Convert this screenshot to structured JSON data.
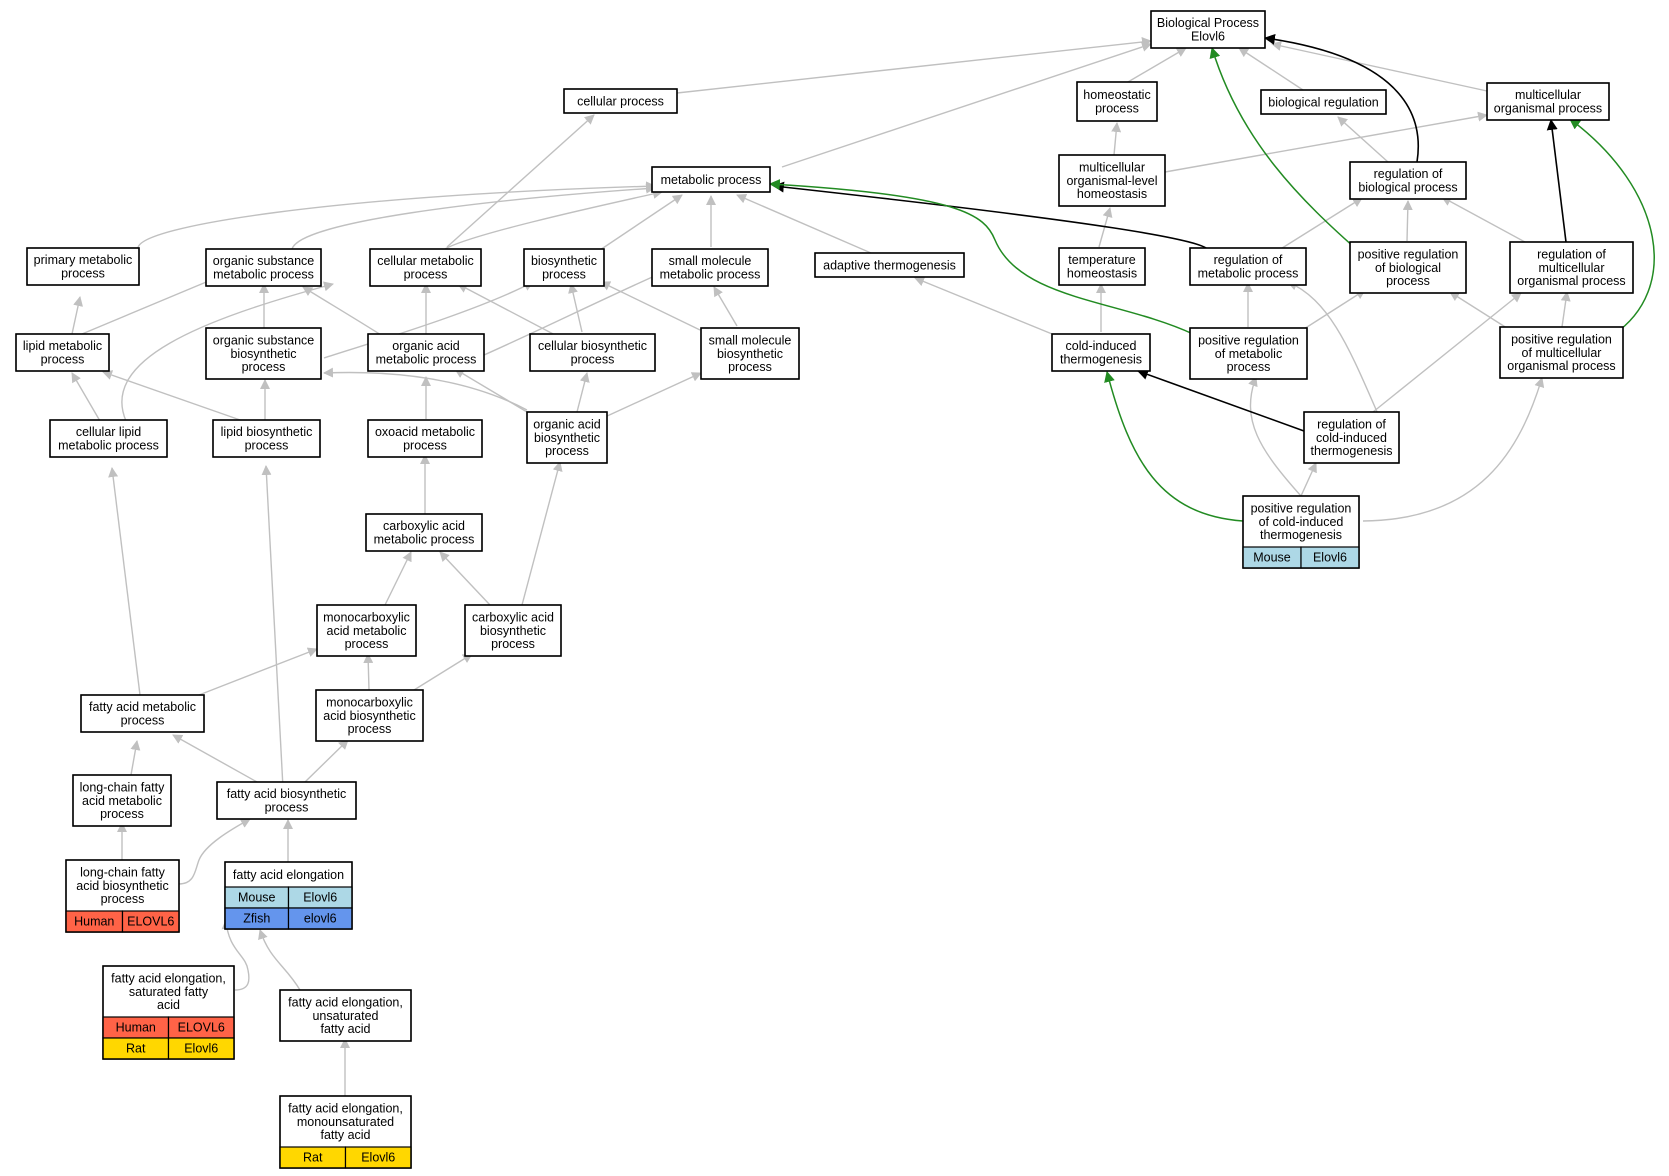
{
  "nodes": {
    "root": [
      "Biological Process",
      "Elovl6"
    ],
    "cellular_process": [
      "cellular process"
    ],
    "homeostatic_process": [
      "homeostatic",
      "process"
    ],
    "biological_regulation": [
      "biological regulation"
    ],
    "multicellular_organismal_process": [
      "multicellular",
      "organismal process"
    ],
    "metabolic_process": [
      "metabolic process"
    ],
    "multicellular_homeostasis": [
      "multicellular",
      "organismal-level",
      "homeostasis"
    ],
    "regulation_biological_process": [
      "regulation of",
      "biological process"
    ],
    "primary_metabolic_process": [
      "primary metabolic",
      "process"
    ],
    "organic_substance_metabolic_process": [
      "organic substance",
      "metabolic process"
    ],
    "cellular_metabolic_process": [
      "cellular metabolic",
      "process"
    ],
    "biosynthetic_process": [
      "biosynthetic",
      "process"
    ],
    "small_molecule_metabolic_process": [
      "small molecule",
      "metabolic process"
    ],
    "adaptive_thermogenesis": [
      "adaptive thermogenesis"
    ],
    "temperature_homeostasis": [
      "temperature",
      "homeostasis"
    ],
    "regulation_metabolic_process": [
      "regulation of",
      "metabolic process"
    ],
    "positive_regulation_biological_process": [
      "positive regulation",
      "of biological",
      "process"
    ],
    "regulation_multicellular_organismal_process": [
      "regulation of",
      "multicellular",
      "organismal process"
    ],
    "lipid_metabolic_process": [
      "lipid metabolic",
      "process"
    ],
    "organic_substance_biosynthetic_process": [
      "organic substance",
      "biosynthetic",
      "process"
    ],
    "organic_acid_metabolic_process": [
      "organic acid",
      "metabolic process"
    ],
    "cellular_biosynthetic_process": [
      "cellular biosynthetic",
      "process"
    ],
    "small_molecule_biosynthetic_process": [
      "small molecule",
      "biosynthetic",
      "process"
    ],
    "cold_induced_thermogenesis": [
      "cold-induced",
      "thermogenesis"
    ],
    "positive_regulation_metabolic_process": [
      "positive regulation",
      "of metabolic",
      "process"
    ],
    "positive_regulation_multicellular_organismal_process": [
      "positive regulation",
      "of multicellular",
      "organismal process"
    ],
    "cellular_lipid_metabolic_process": [
      "cellular lipid",
      "metabolic process"
    ],
    "lipid_biosynthetic_process": [
      "lipid biosynthetic",
      "process"
    ],
    "oxoacid_metabolic_process": [
      "oxoacid metabolic",
      "process"
    ],
    "organic_acid_biosynthetic_process": [
      "organic acid",
      "biosynthetic",
      "process"
    ],
    "regulation_cold_induced_thermogenesis": [
      "regulation of",
      "cold-induced",
      "thermogenesis"
    ],
    "carboxylic_acid_metabolic_process": [
      "carboxylic acid",
      "metabolic process"
    ],
    "positive_regulation_cold_induced_thermogenesis": [
      "positive regulation",
      "of cold-induced",
      "thermogenesis"
    ],
    "monocarboxylic_acid_metabolic_process": [
      "monocarboxylic",
      "acid metabolic",
      "process"
    ],
    "carboxylic_acid_biosynthetic_process": [
      "carboxylic acid",
      "biosynthetic",
      "process"
    ],
    "fatty_acid_metabolic_process": [
      "fatty acid metabolic",
      "process"
    ],
    "monocarboxylic_acid_biosynthetic_process": [
      "monocarboxylic",
      "acid biosynthetic",
      "process"
    ],
    "long_chain_fatty_acid_metabolic_process": [
      "long-chain fatty",
      "acid metabolic",
      "process"
    ],
    "fatty_acid_biosynthetic_process": [
      "fatty acid biosynthetic",
      "process"
    ],
    "long_chain_fatty_acid_biosynthetic_process": [
      "long-chain fatty",
      "acid biosynthetic",
      "process"
    ],
    "fatty_acid_elongation": [
      "fatty acid elongation"
    ],
    "fatty_acid_elongation_saturated": [
      "fatty acid elongation,",
      "saturated fatty",
      "acid"
    ],
    "fatty_acid_elongation_unsaturated": [
      "fatty acid elongation,",
      "unsaturated",
      "fatty acid"
    ],
    "fatty_acid_elongation_monounsaturated": [
      "fatty acid elongation,",
      "monounsaturated",
      "fatty acid"
    ]
  },
  "annotations": {
    "positive_regulation_cold_induced_thermogenesis": [
      [
        "Mouse",
        "Elovl6"
      ]
    ],
    "fatty_acid_elongation": [
      [
        "Mouse",
        "Elovl6"
      ],
      [
        "Zfish",
        "elovl6"
      ]
    ],
    "long_chain_fatty_acid_biosynthetic_process": [
      [
        "Human",
        "ELOVL6"
      ]
    ],
    "fatty_acid_elongation_saturated": [
      [
        "Human",
        "ELOVL6"
      ],
      [
        "Rat",
        "Elovl6"
      ]
    ],
    "fatty_acid_elongation_monounsaturated": [
      [
        "Rat",
        "Elovl6"
      ]
    ]
  },
  "species_colors": {
    "Mouse": "#add8e6",
    "Zfish": "#6495ed",
    "Human": "#ff6347",
    "Rat": "#ffd700"
  },
  "edge_colors": {
    "is_a": "#c0c0c0",
    "regulates": "#000000",
    "positively_regulates": "#228b22"
  }
}
